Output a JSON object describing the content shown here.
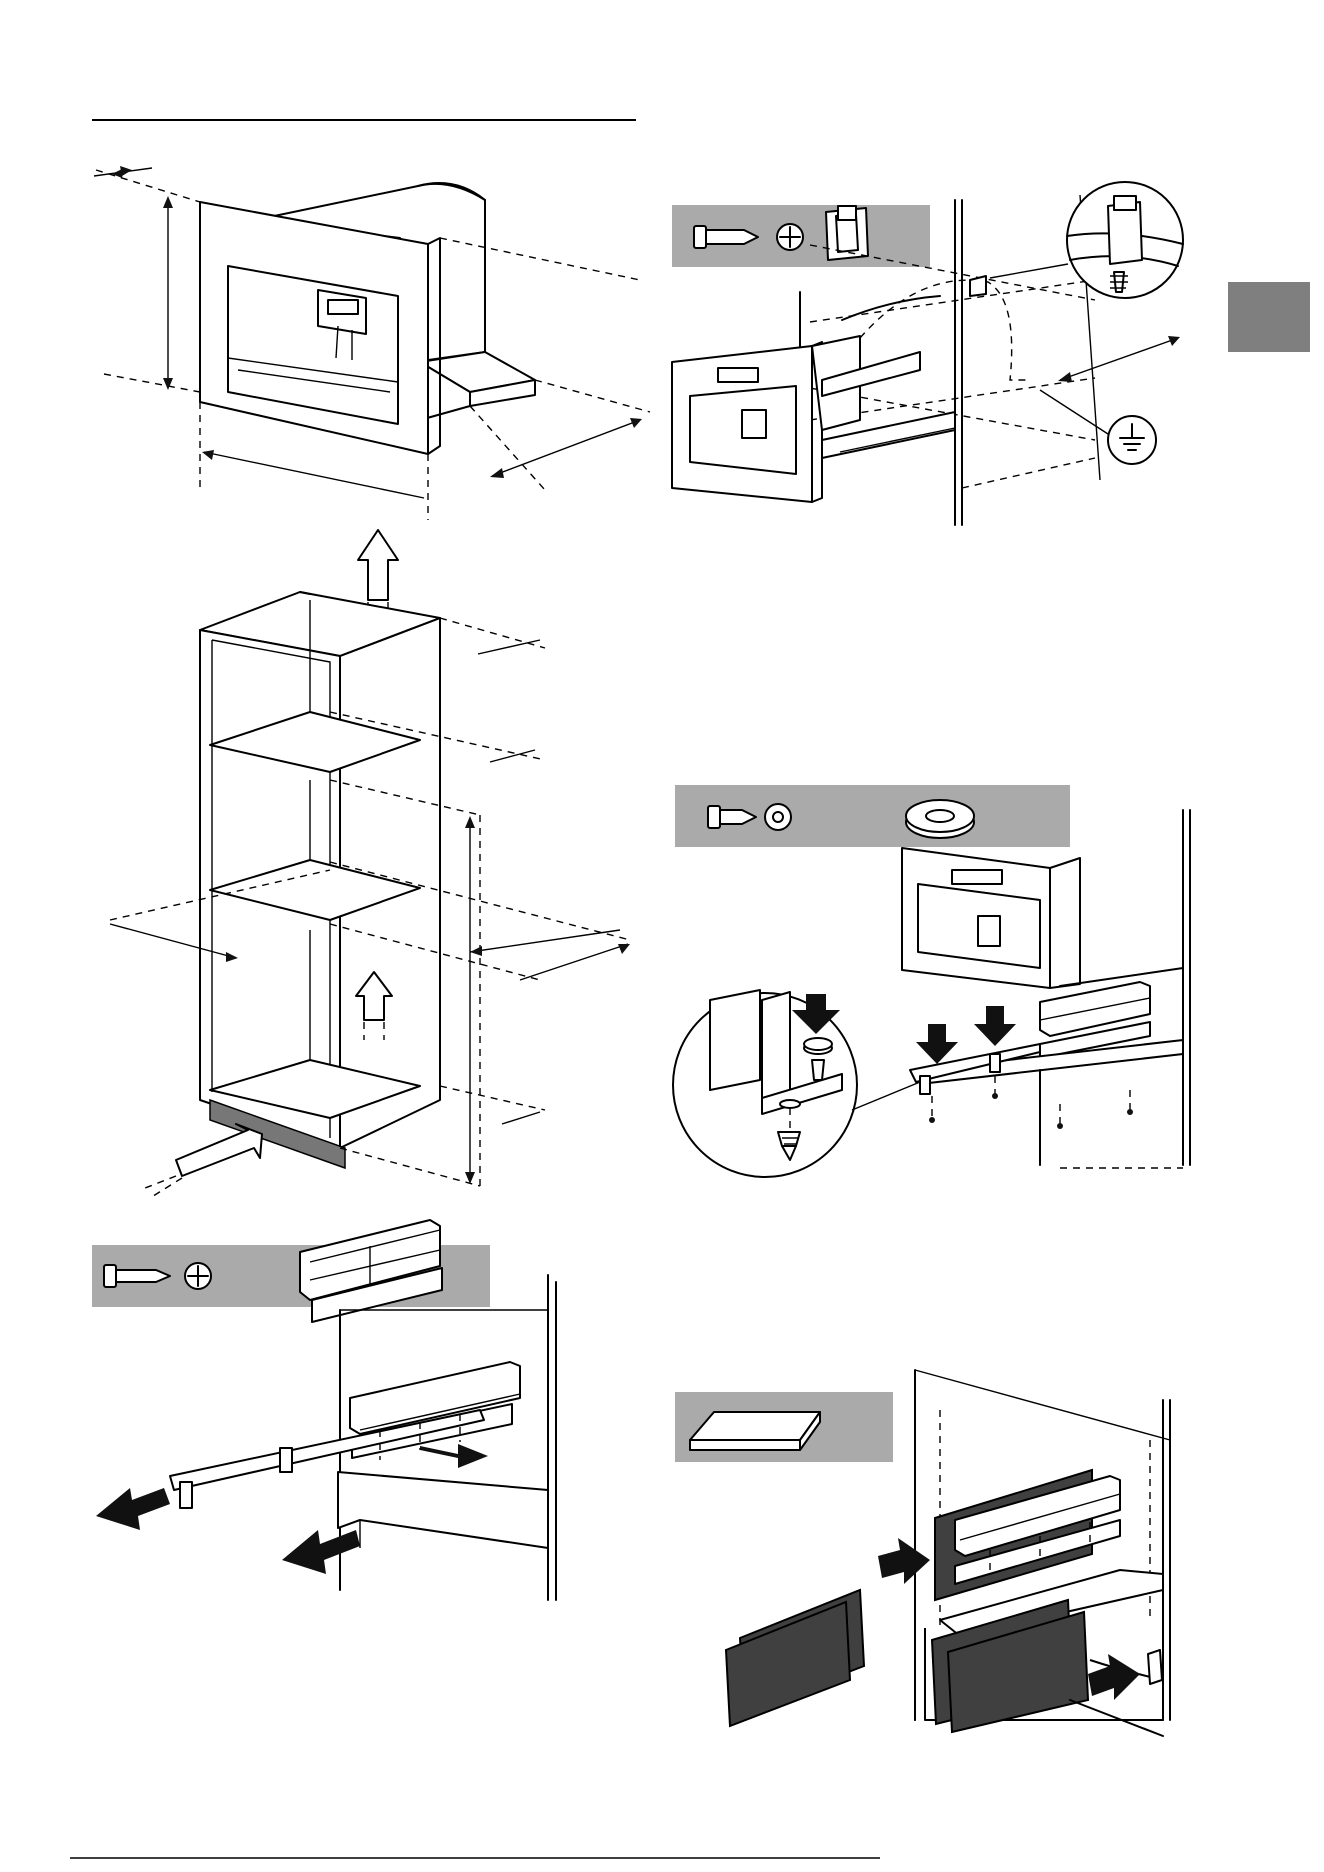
{
  "page": {
    "section_tab_color": "#7f7f7f",
    "tool_bar_color": "#aaaaaa",
    "panel_color": "#404040"
  },
  "figures": [
    {
      "id": "fig-appliance-dimensions",
      "icons": []
    },
    {
      "id": "fig-cabinet-dimensions",
      "icons": []
    },
    {
      "id": "fig-rail-install",
      "icons": [
        "screw-icon",
        "phillips-head-icon",
        "slide-rail-icon"
      ]
    },
    {
      "id": "fig-ground-connection",
      "icons": [
        "screw-icon",
        "phillips-head-icon",
        "ground-clip-icon",
        "ground-symbol-icon"
      ]
    },
    {
      "id": "fig-washer-fixing",
      "icons": [
        "screw-icon",
        "torx-head-icon",
        "washer-icon"
      ]
    },
    {
      "id": "fig-cover-panels",
      "icons": [
        "cover-panel-icon"
      ]
    }
  ]
}
